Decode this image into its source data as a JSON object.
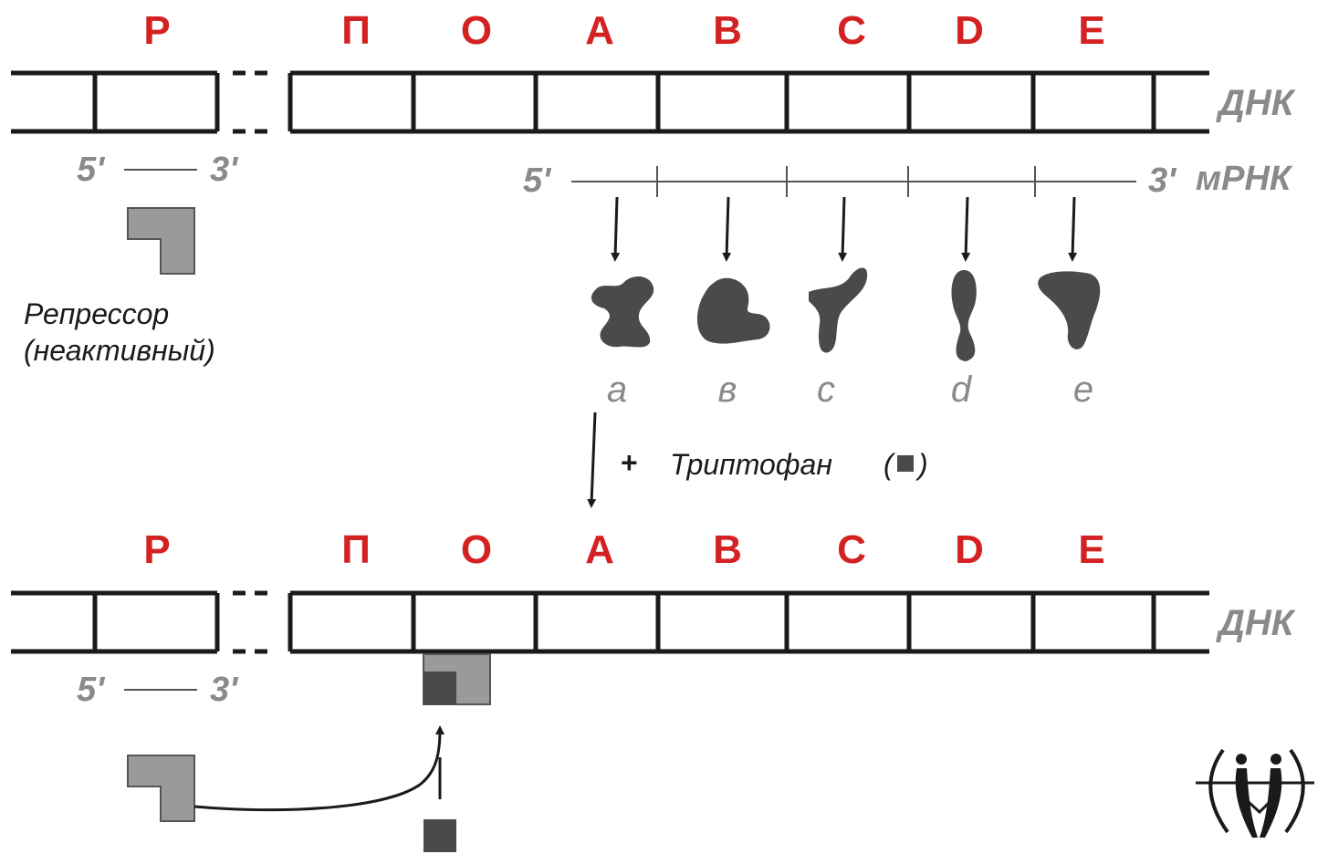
{
  "genes": [
    "P",
    "П",
    "O",
    "A",
    "B",
    "C",
    "D",
    "E"
  ],
  "dna_label": "ДНК",
  "mrna_label": "мРНК",
  "five_prime": "5'",
  "three_prime": "3'",
  "repressor_label_line1": "Репрессор",
  "repressor_label_line2": "(неактивный)",
  "protein_labels": [
    "a",
    "в",
    "c",
    "d",
    "e"
  ],
  "tryptophan_plus": "+",
  "tryptophan_label": "Триптофан",
  "paren_open": "(",
  "paren_close": ")",
  "colors": {
    "gene_label": "#d42121",
    "dna_line": "#1a1a1a",
    "grey_text": "#8a8a8a",
    "repressor_fill": "#9a9a9a",
    "protein_fill": "#4a4a4a",
    "tryptophan_fill": "#4a4a4a"
  },
  "icons": [
    "down-arrow-icon",
    "curved-arrow-icon",
    "logo-icon"
  ]
}
